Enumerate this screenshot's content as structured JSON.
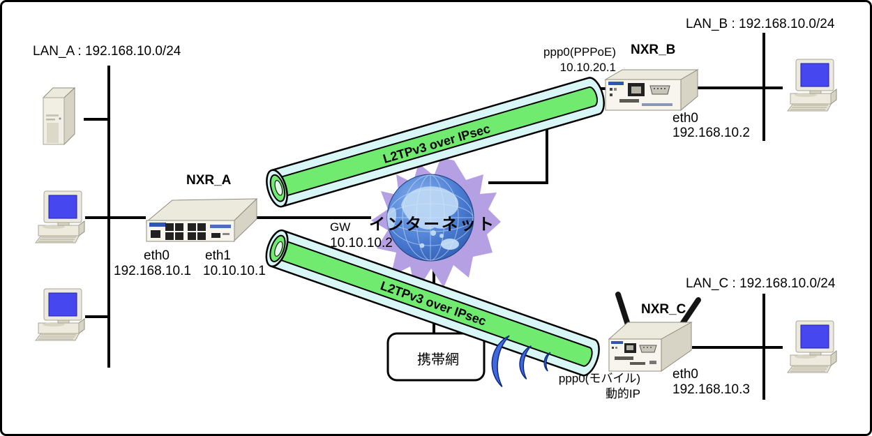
{
  "colors": {
    "tunnel_green": "#70eb70",
    "tunnel_cyan": "#d9f6f6",
    "wave_blue": "#4168dd",
    "globe_blue": "#3c6fc8",
    "splat_purple": "#b4a0e2",
    "screen_blue": "#4747ef"
  },
  "lan_a": {
    "label": "LAN_A : 192.168.10.0/24"
  },
  "lan_b": {
    "label": "LAN_B : 192.168.10.0/24"
  },
  "lan_c": {
    "label": "LAN_C : 192.168.10.0/24"
  },
  "nxr_a": {
    "name": "NXR_A",
    "eth0_label": "eth0",
    "eth0_ip": "192.168.10.1",
    "eth1_label": "eth1",
    "eth1_ip": "10.10.10.1"
  },
  "nxr_b": {
    "name": "NXR_B",
    "wan_label": "ppp0(PPPoE)",
    "wan_ip": "10.10.20.1",
    "eth0_label": "eth0",
    "eth0_ip": "192.168.10.2"
  },
  "nxr_c": {
    "name": "NXR_C",
    "wan_label": "ppp0(モバイル)",
    "wan_ip": "動的IP",
    "eth0_label": "eth0",
    "eth0_ip": "192.168.10.3"
  },
  "internet": {
    "label": "インターネット",
    "gw_label": "GW",
    "gw_ip": "10.10.10.2"
  },
  "mobile_network": {
    "label": "携帯網"
  },
  "tunnels": {
    "top_label": "L2TPv3 over IPsec",
    "bottom_label": "L2TPv3 over IPsec"
  }
}
